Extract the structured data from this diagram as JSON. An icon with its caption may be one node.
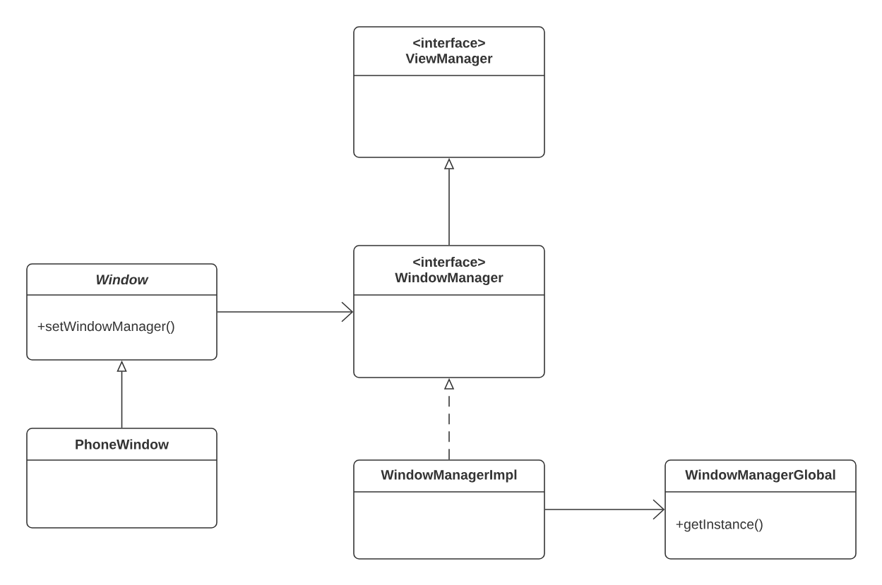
{
  "diagram": {
    "nodes": [
      {
        "text": [
          "<interface>",
          "ViewManager"
        ]
      },
      {
        "text": [
          "Window",
          "+setWindowManager()"
        ]
      },
      {
        "text": [
          "<interface>",
          "WindowManager"
        ]
      },
      {
        "text": [
          "PhoneWindow"
        ]
      },
      {
        "text": [
          "WindowManagerImpl"
        ]
      },
      {
        "text": [
          "WindowManagerGlobal",
          "+getInstance()"
        ]
      }
    ],
    "edges": [
      {
        "from": 2,
        "to": 0,
        "arrow": "to"
      },
      {
        "from": 1,
        "to": 2,
        "arrow": "to"
      },
      {
        "from": 3,
        "to": 1,
        "arrow": "to"
      },
      {
        "from": 4,
        "to": 2,
        "arrow": "to",
        "style": "dashed"
      },
      {
        "from": 4,
        "to": 5,
        "arrow": "to"
      }
    ]
  }
}
